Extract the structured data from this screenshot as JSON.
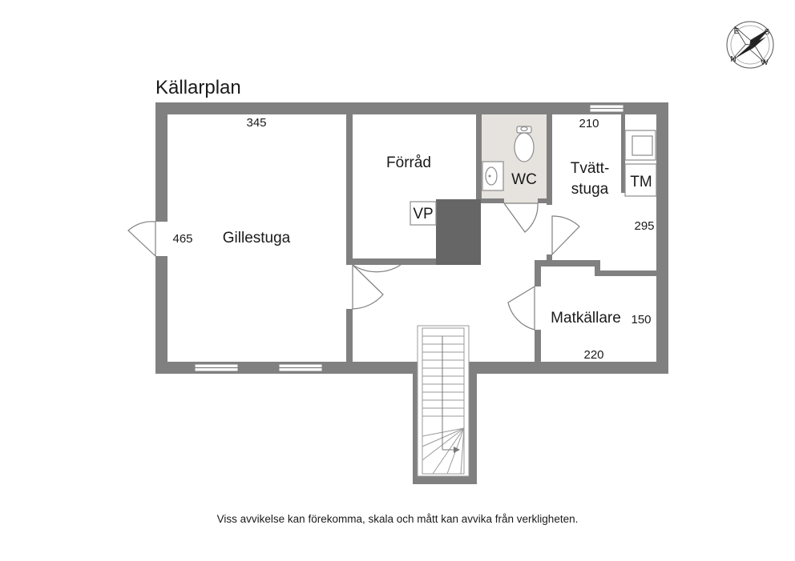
{
  "title": "Källarplan",
  "rooms": {
    "gillestuga": {
      "label": "Gillestuga",
      "width": "345",
      "depth": "465"
    },
    "forrad": {
      "label": "Förråd"
    },
    "vp": {
      "label": "VP"
    },
    "wc": {
      "label": "WC"
    },
    "tvattstuga": {
      "label_line1": "Tvätt-",
      "label_line2": "stuga",
      "width": "210",
      "depth": "295"
    },
    "tm": {
      "label": "TM"
    },
    "matkallare": {
      "label": "Matkällare",
      "depth": "150",
      "width": "220"
    }
  },
  "compass": {
    "letters": [
      "N",
      "E",
      "S",
      "W"
    ]
  },
  "disclaimer": "Viss avvikelse kan förekomma, skala och mått kan avvika från verkligheten.",
  "colors": {
    "wall": "#808080",
    "wc_floor": "#e6e3de",
    "text": "#1a1a1a"
  }
}
